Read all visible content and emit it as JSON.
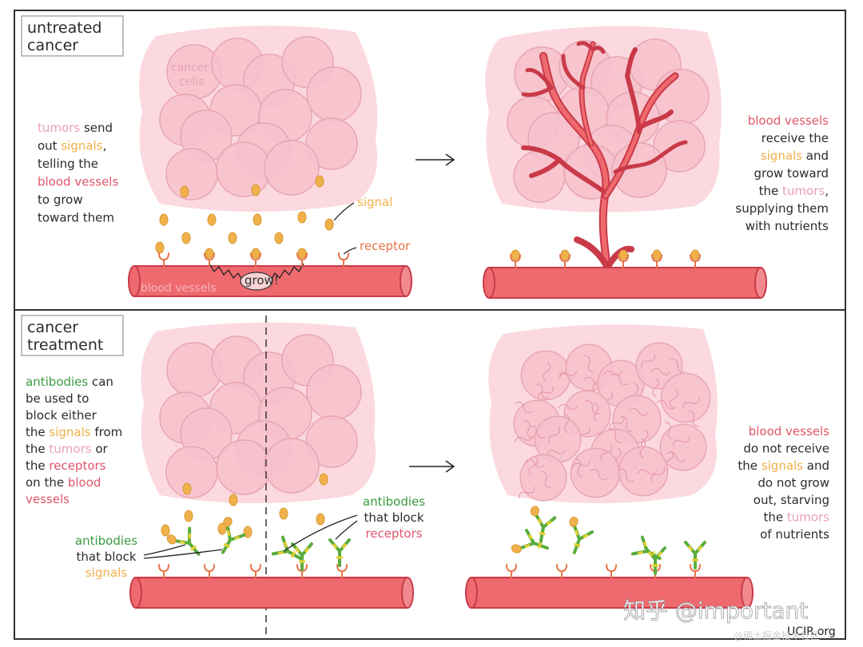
{
  "top_panel": {
    "title_lines": [
      "untreated",
      "cancer"
    ],
    "cancer_cells_label_lines": [
      "cancer",
      "cells"
    ],
    "left_text": [
      [
        {
          "t": "tumors",
          "c": "pink"
        },
        {
          "t": " send",
          "c": "dark"
        }
      ],
      [
        {
          "t": "out ",
          "c": "dark"
        },
        {
          "t": "signals",
          "c": "orange"
        },
        {
          "t": ",",
          "c": "dark"
        }
      ],
      [
        {
          "t": "telling the",
          "c": "dark"
        }
      ],
      [
        {
          "t": "blood vessels",
          "c": "red"
        }
      ],
      [
        {
          "t": "to grow",
          "c": "dark"
        }
      ],
      [
        {
          "t": "toward them",
          "c": "dark"
        }
      ]
    ],
    "signal_label": "signal",
    "receptor_label": "receptor",
    "vessel_label": "blood vessels",
    "grow_label": "grow!",
    "right_text": [
      [
        {
          "t": "blood vessels",
          "c": "red"
        }
      ],
      [
        {
          "t": "receive the",
          "c": "dark"
        }
      ],
      [
        {
          "t": "signals",
          "c": "orange"
        },
        {
          "t": " and",
          "c": "dark"
        }
      ],
      [
        {
          "t": "grow toward",
          "c": "dark"
        }
      ],
      [
        {
          "t": "the ",
          "c": "dark"
        },
        {
          "t": "tumors",
          "c": "pink"
        },
        {
          "t": ",",
          "c": "dark"
        }
      ],
      [
        {
          "t": "supplying them",
          "c": "dark"
        }
      ],
      [
        {
          "t": "with nutrients",
          "c": "dark"
        }
      ]
    ]
  },
  "bottom_panel": {
    "title_lines": [
      "cancer",
      "treatment"
    ],
    "left_text": [
      [
        {
          "t": "antibodies",
          "c": "green"
        },
        {
          "t": " can",
          "c": "dark"
        }
      ],
      [
        {
          "t": "be used to",
          "c": "dark"
        }
      ],
      [
        {
          "t": "block either",
          "c": "dark"
        }
      ],
      [
        {
          "t": "the ",
          "c": "dark"
        },
        {
          "t": "signals",
          "c": "orange"
        },
        {
          "t": " from",
          "c": "dark"
        }
      ],
      [
        {
          "t": "the ",
          "c": "dark"
        },
        {
          "t": "tumors",
          "c": "pink"
        },
        {
          "t": " or",
          "c": "dark"
        }
      ],
      [
        {
          "t": "the ",
          "c": "dark"
        },
        {
          "t": "receptors",
          "c": "red"
        }
      ],
      [
        {
          "t": "on the ",
          "c": "dark"
        },
        {
          "t": "blood",
          "c": "red"
        }
      ],
      [
        {
          "t": "vessels",
          "c": "red"
        }
      ]
    ],
    "block_signals_text": [
      [
        {
          "t": "antibodies",
          "c": "green"
        }
      ],
      [
        {
          "t": "that block",
          "c": "dark"
        }
      ],
      [
        {
          "t": "signals",
          "c": "orange"
        }
      ]
    ],
    "block_receptors_text": [
      [
        {
          "t": "antibodies",
          "c": "green"
        }
      ],
      [
        {
          "t": "that block",
          "c": "dark"
        }
      ],
      [
        {
          "t": "receptors",
          "c": "red"
        }
      ]
    ],
    "right_text": [
      [
        {
          "t": "blood vessels",
          "c": "red"
        }
      ],
      [
        {
          "t": "do not receive",
          "c": "dark"
        }
      ],
      [
        {
          "t": "the ",
          "c": "dark"
        },
        {
          "t": "signals",
          "c": "orange"
        },
        {
          "t": " and",
          "c": "dark"
        }
      ],
      [
        {
          "t": "do not grow",
          "c": "dark"
        }
      ],
      [
        {
          "t": "out, starving",
          "c": "dark"
        }
      ],
      [
        {
          "t": "the ",
          "c": "dark"
        },
        {
          "t": "tumors",
          "c": "pink"
        }
      ],
      [
        {
          "t": "of nutrients",
          "c": "dark"
        }
      ]
    ]
  },
  "watermark": {
    "text": "知乎 @important",
    "sub": "@稀土掘金技术社区",
    "credit": "UCIR.org"
  },
  "colors": {
    "dark": "#2b2b2b",
    "pink": "#e8a0b4",
    "orange": "#f0b14a",
    "red": "#e0566a",
    "green": "#3b9a3e",
    "vessel": "#ee6a6e",
    "vessel_dark": "#c93a48",
    "cell_fill": "#f7c1cc",
    "cell_stroke": "#e8a5b2",
    "tumor_bg": "#fbd9df",
    "receptor": "#e8744a",
    "antibody_green": "#5aac3c",
    "antibody_yellow": "#ead02f"
  }
}
